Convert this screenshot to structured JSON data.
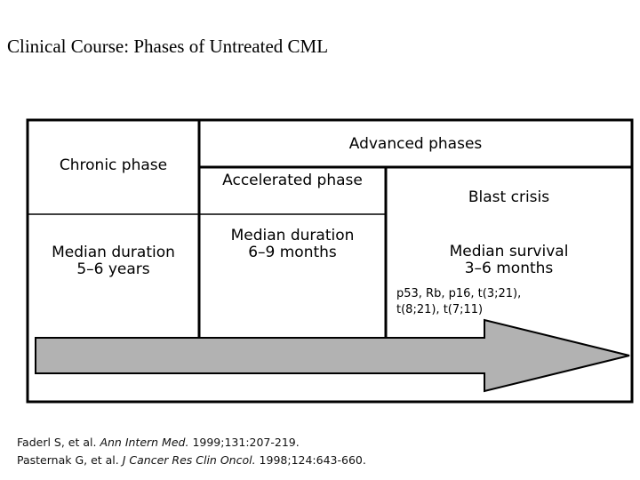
{
  "title": "Clinical Course:  Phases of Untreated CML",
  "table": {
    "chronic_phase": {
      "header": "Chronic phase",
      "body_line1": "Median duration",
      "body_line2": "5–6 years"
    },
    "advanced_phases_header": "Advanced phases",
    "accelerated_phase": {
      "header": "Accelerated phase",
      "body_line1": "Median duration",
      "body_line2": "6–9 months"
    },
    "blast_crisis": {
      "header": "Blast crisis",
      "body_line1": "Median survival",
      "body_line2": "3–6 months"
    },
    "markers_note_line1": "p53, Rb, p16, t(3;21),",
    "markers_note_line2": "t(8;21), t(7;11)"
  },
  "arrow": {
    "fill_color": "#b2b2b2",
    "outline_color": "#000000"
  },
  "references": [
    {
      "authors": "Faderl S, et al.",
      "journal": "Ann Intern Med.",
      "citation": "1999;131:207-219."
    },
    {
      "authors": "Pasternak G, et al.",
      "journal": "J Cancer Res Clin Oncol.",
      "citation": "1998;124:643-660."
    }
  ]
}
